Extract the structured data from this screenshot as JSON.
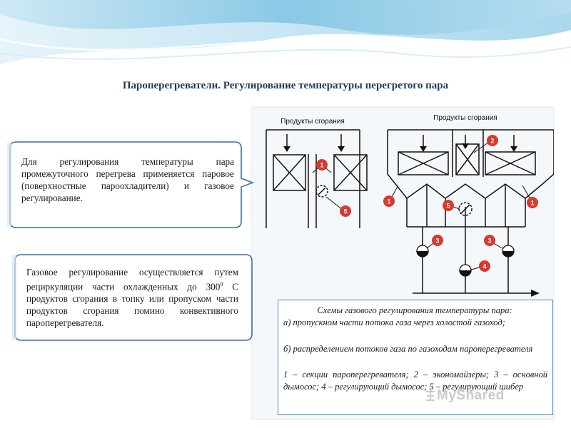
{
  "title": "Пароперегреватели. Регулирование температуры перегретого пара",
  "callouts": {
    "first": "Для регулирования температуры пара промежуточного перегрева применяется паровое (поверхностные пароохладители) и газовое регулирование.",
    "second_part1": "Газовое регулирование осуществляется путем рециркуляции части охлажденных до 300",
    "second_sup": "0",
    "second_part2": " С продуктов сгорания в топку или пропуском части продуктов сгорания помино конвективного пароперегревателя."
  },
  "diagram": {
    "left_label": "Продукты сгорания",
    "right_label": "Продукты сгорания",
    "markers": [
      "1",
      "5",
      "2",
      "1",
      "5",
      "1",
      "3",
      "3",
      "4"
    ]
  },
  "caption": {
    "heading": "Схемы газового регулирования температуры пара:",
    "line_a": "а) пропускном части потока газа через холостой газоход;",
    "line_b": "б) распределением потоков газа по газоходам пароперегревателя",
    "line_c": "1 – секции пароперегревателя; 2 – экономайзеры; 3 – основной дымосос; 4 – регулирующий дымосос; 5 – регулирующий шибер"
  },
  "watermark": "MyShared",
  "colors": {
    "title": "#1f3b5c",
    "callout_border": "#3f6fa0",
    "marker_red": "#d9392e",
    "wave_blue": "#8fc9e6",
    "diagram_line": "#111111"
  }
}
